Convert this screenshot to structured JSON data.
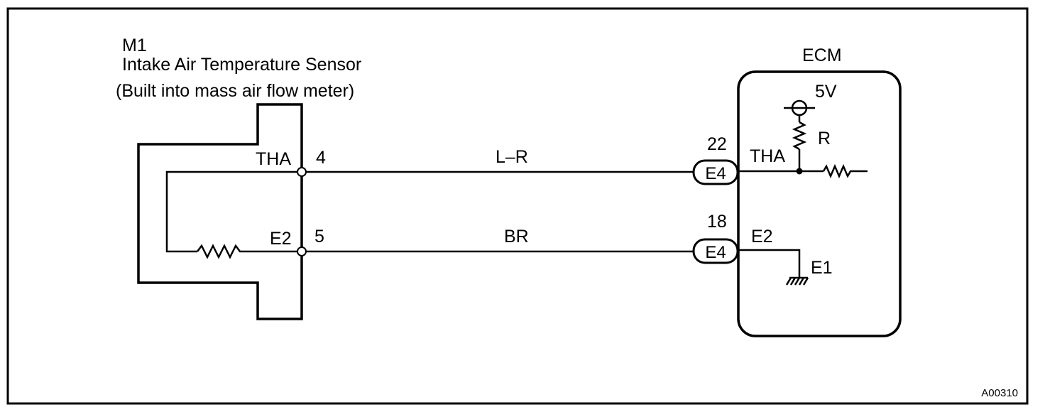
{
  "figure_id": "A00310",
  "sensor": {
    "code": "M1",
    "name": "Intake Air Temperature Sensor",
    "note": "(Built into mass air flow meter)",
    "pins": [
      {
        "number": "4",
        "terminal": "THA"
      },
      {
        "number": "5",
        "terminal": "E2"
      }
    ]
  },
  "wires": [
    {
      "color_code": "L–R"
    },
    {
      "color_code": "BR"
    }
  ],
  "ecm": {
    "title": "ECM",
    "supply": "5V",
    "resistor": "R",
    "pins": [
      {
        "number": "22",
        "connector": "E4",
        "terminal": "THA"
      },
      {
        "number": "18",
        "connector": "E4",
        "terminal": "E2"
      }
    ],
    "ground": "E1"
  },
  "colors": {
    "line": "#000000",
    "background": "#ffffff"
  }
}
